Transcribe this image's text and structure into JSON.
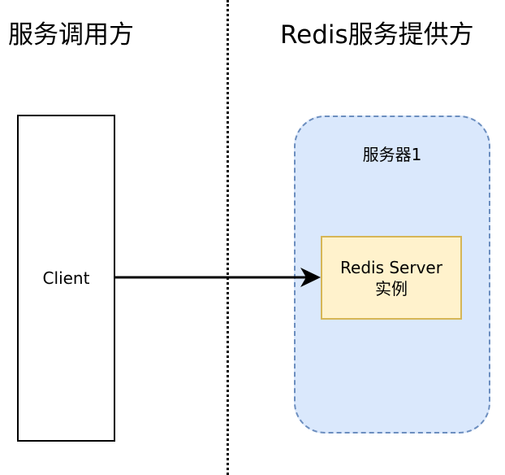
{
  "headings": {
    "left": "服务调用方",
    "right": "Redis服务提供方"
  },
  "client": {
    "label": "Client"
  },
  "server": {
    "label": "服务器1",
    "instance_line1": "Redis Server",
    "instance_line2": "实例"
  },
  "colors": {
    "server_fill": "#dae8fc",
    "server_stroke": "#6c8ebf",
    "instance_fill": "#fff2cc",
    "instance_stroke": "#d6b656"
  }
}
